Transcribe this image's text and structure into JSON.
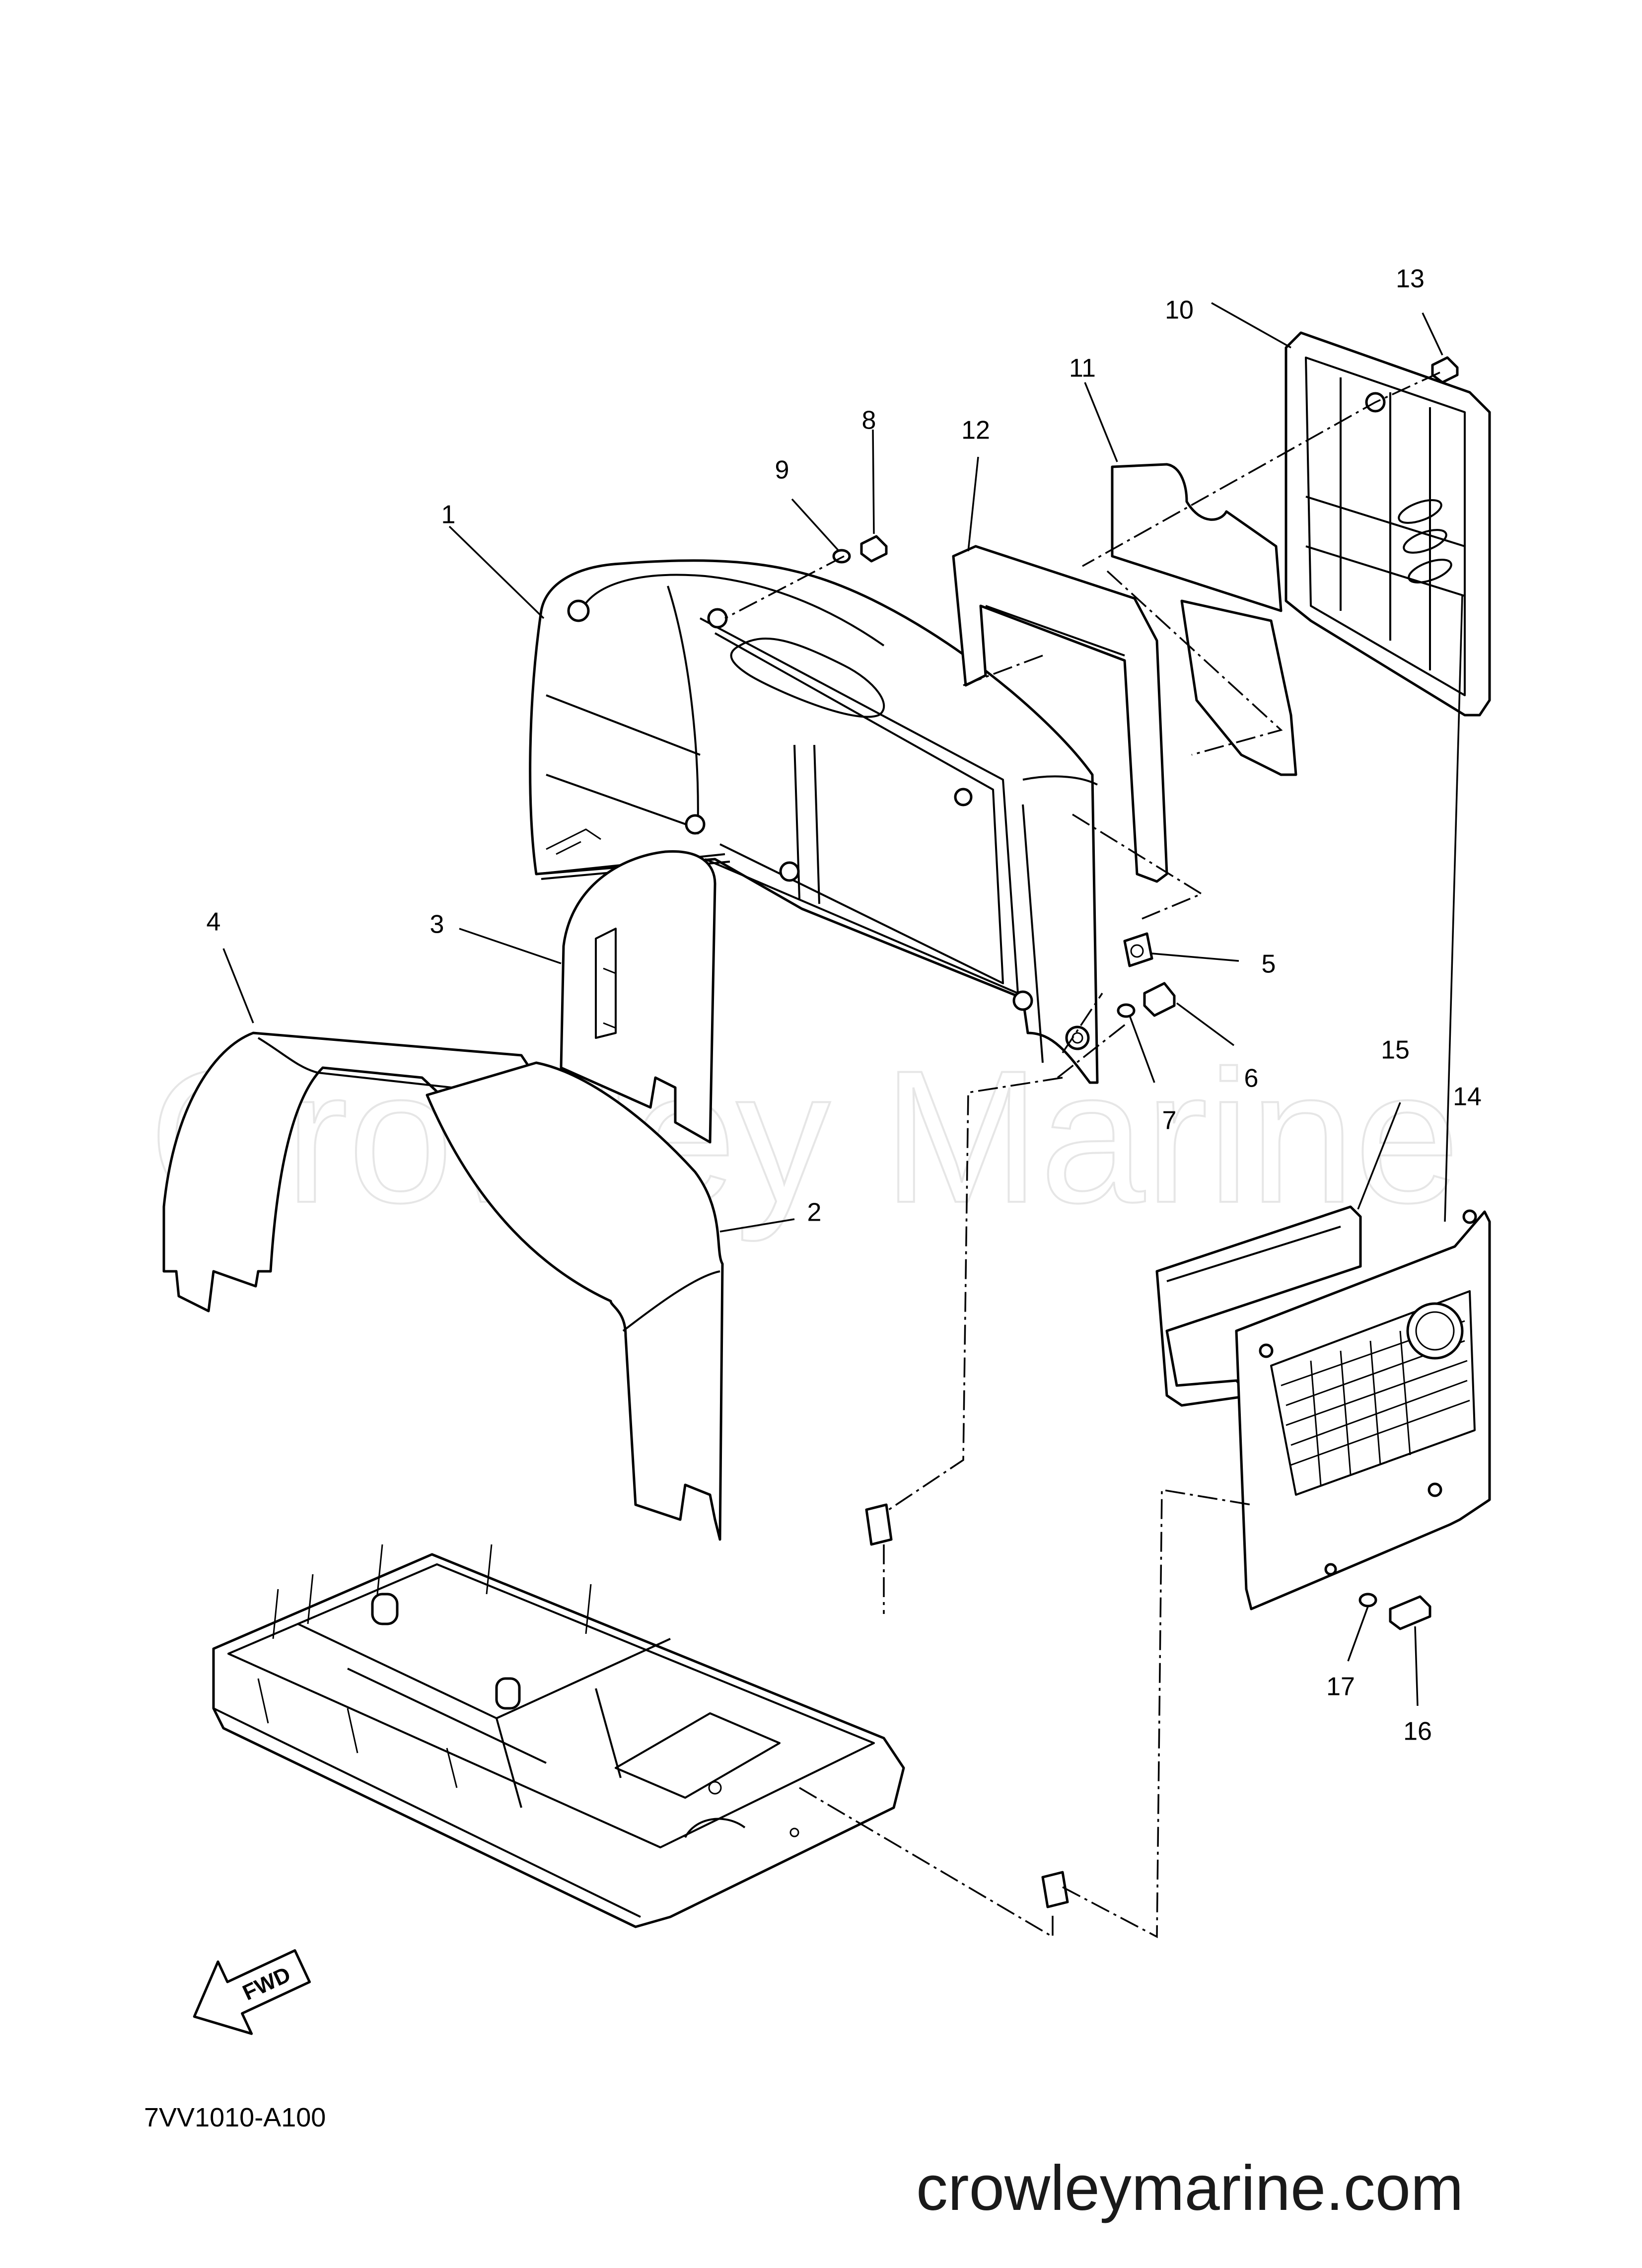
{
  "diagram": {
    "code": "7VV1010-A100",
    "site": "crowleymarine.com",
    "watermark": "Crowley Marine",
    "direction_label": "FWD",
    "callouts": [
      {
        "id": "1",
        "label": "1"
      },
      {
        "id": "2",
        "label": "2"
      },
      {
        "id": "3",
        "label": "3"
      },
      {
        "id": "4",
        "label": "4"
      },
      {
        "id": "5",
        "label": "5"
      },
      {
        "id": "6",
        "label": "6"
      },
      {
        "id": "7",
        "label": "7"
      },
      {
        "id": "8",
        "label": "8"
      },
      {
        "id": "9",
        "label": "9"
      },
      {
        "id": "10",
        "label": "10"
      },
      {
        "id": "11",
        "label": "11"
      },
      {
        "id": "12",
        "label": "12"
      },
      {
        "id": "13",
        "label": "13"
      },
      {
        "id": "14",
        "label": "14"
      },
      {
        "id": "15",
        "label": "15"
      },
      {
        "id": "16",
        "label": "16"
      },
      {
        "id": "17",
        "label": "17"
      }
    ]
  }
}
